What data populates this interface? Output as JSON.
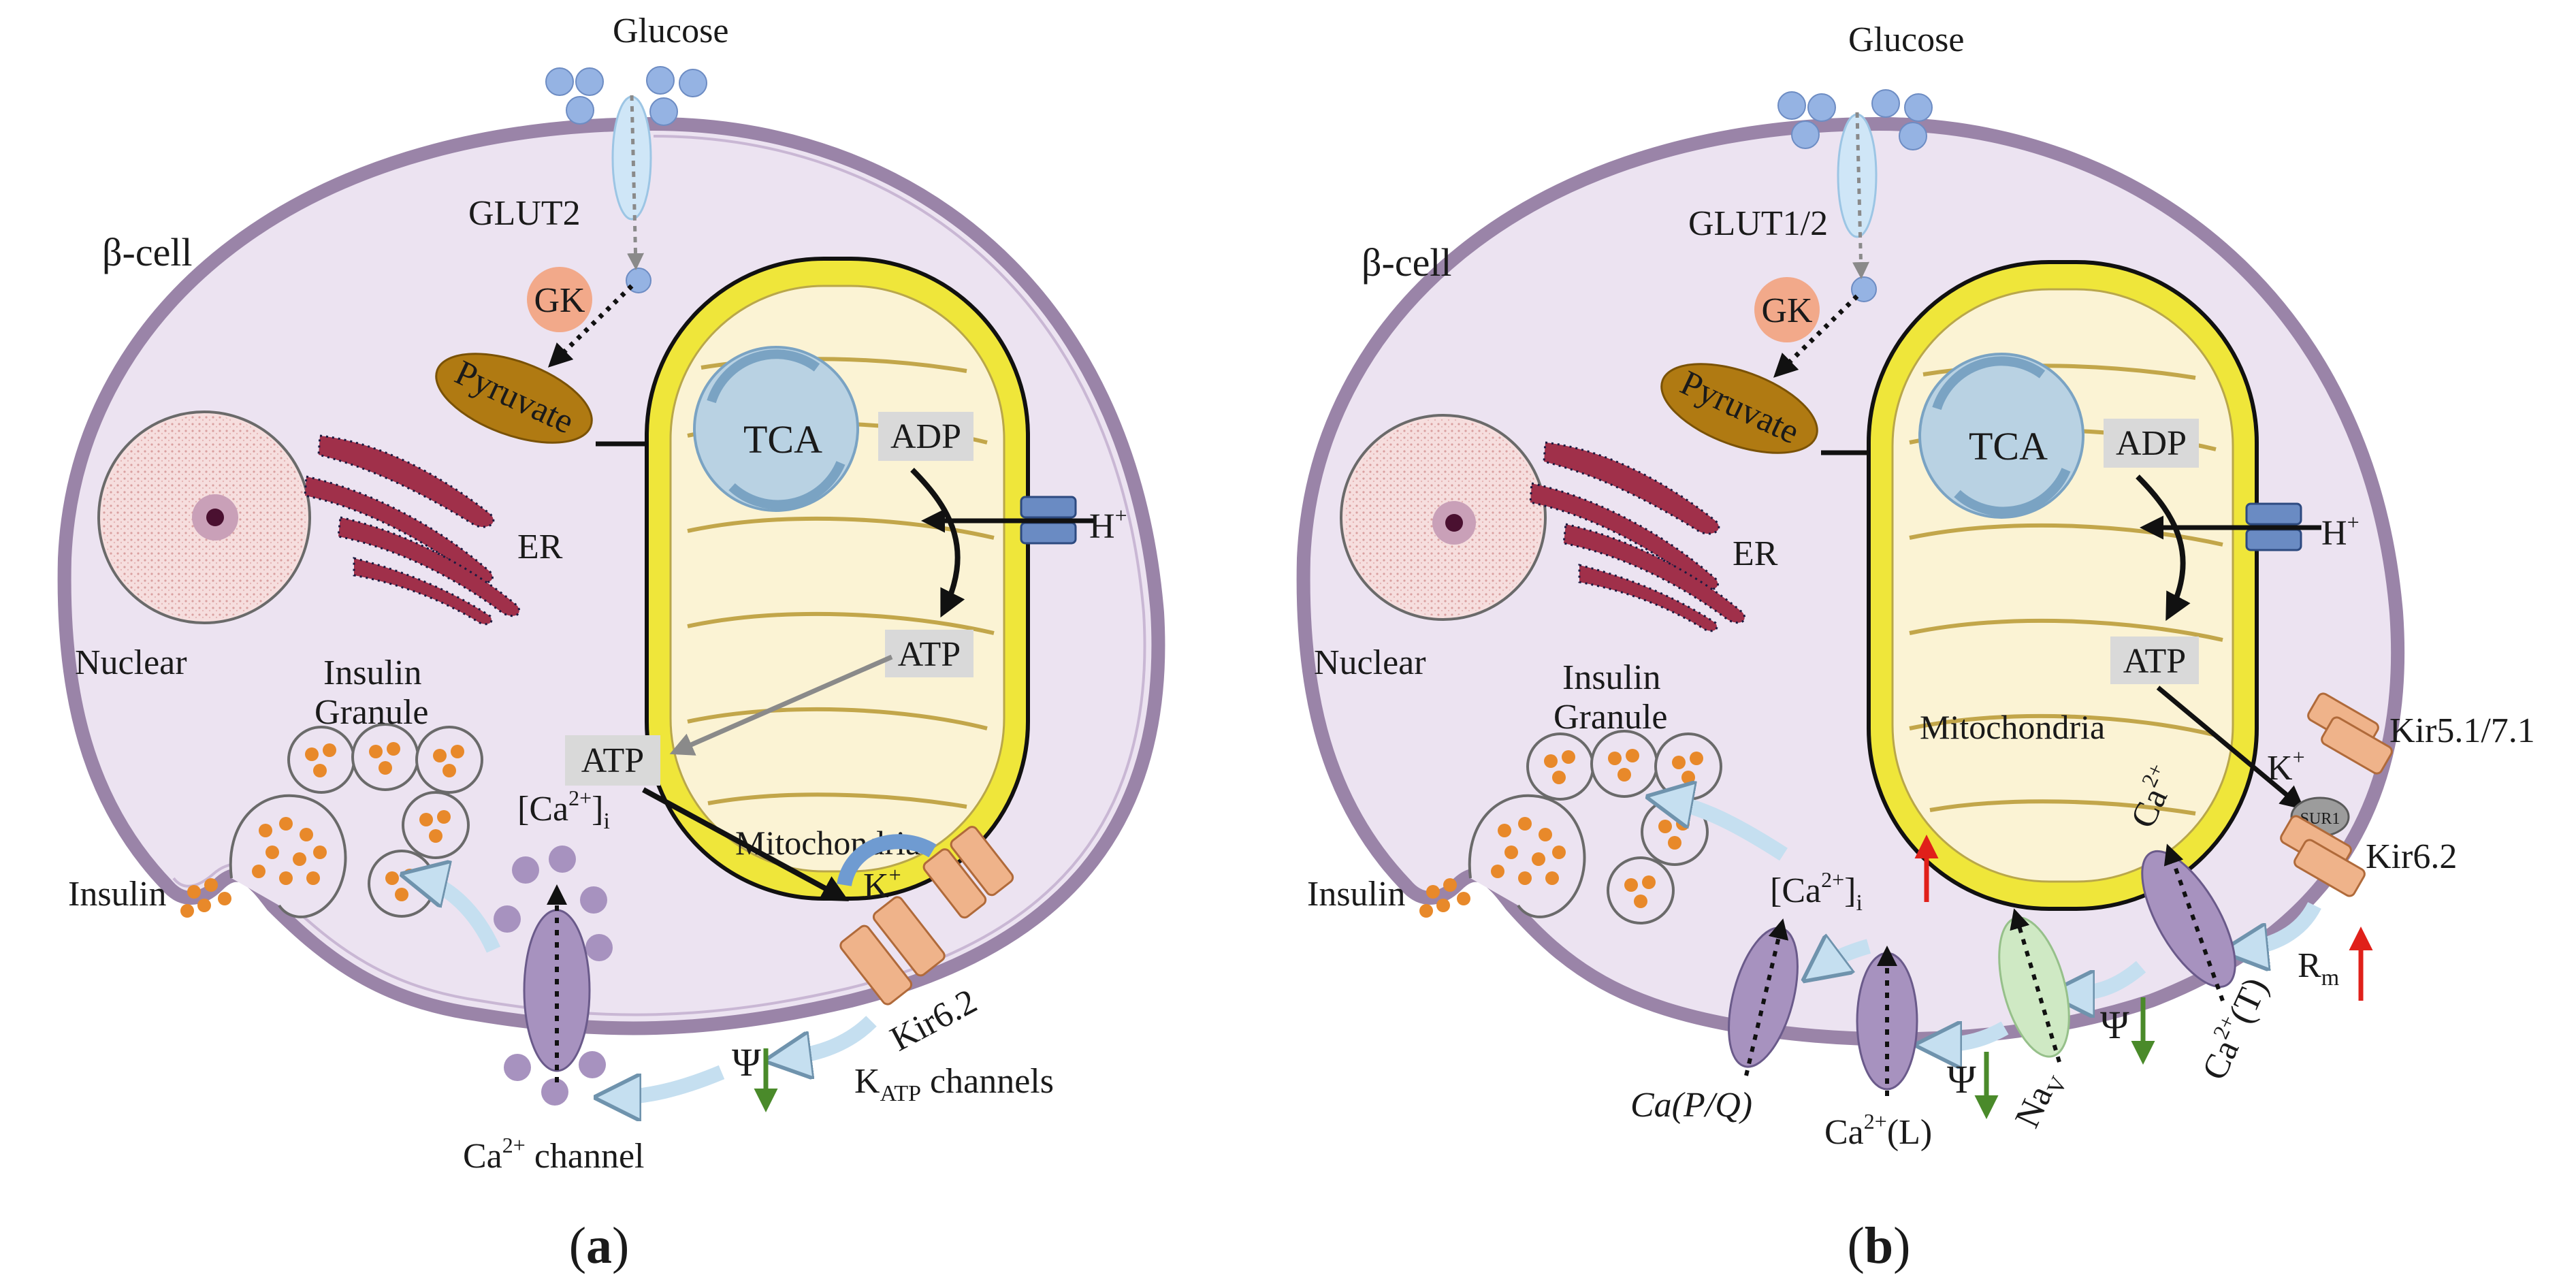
{
  "panels": [
    {
      "id": "a",
      "caption": "(a)",
      "caption_letter": "a",
      "labels": {
        "glucose": "Glucose",
        "transporter": "GLUT2",
        "cell": "β-cell",
        "gk": "GK",
        "pyruvate": "Pyruvate",
        "tca": "TCA",
        "adp": "ADP",
        "atp_mito": "ATP",
        "atp_cyto": "ATP",
        "proton": "H",
        "proton_sup": "+",
        "er": "ER",
        "nuclear": "Nuclear",
        "granule_line1": "Insulin",
        "granule_line2": "Granule",
        "insulin": "Insulin",
        "mitochondria": "Mitochondria",
        "ca_i_prefix": "[Ca",
        "ca_i_sup": "2+",
        "ca_i_suffix": "]",
        "ca_i_sub": "i",
        "k_ion": "K",
        "k_sup": "+",
        "kir": "Kir6.2",
        "katp_k": "K",
        "katp_sub": "ATP",
        "katp_suffix": " channels",
        "psi": "Ψ",
        "ca_channel_prefix": "Ca",
        "ca_channel_sup": "2+",
        "ca_channel_suffix": " channel"
      }
    },
    {
      "id": "b",
      "caption": "(b)",
      "caption_letter": "b",
      "labels": {
        "glucose": "Glucose",
        "transporter": "GLUT1/2",
        "cell": "β-cell",
        "gk": "GK",
        "pyruvate": "Pyruvate",
        "tca": "TCA",
        "adp": "ADP",
        "atp_mito": "ATP",
        "proton": "H",
        "proton_sup": "+",
        "er": "ER",
        "nuclear": "Nuclear",
        "granule_line1": "Insulin",
        "granule_line2": "Granule",
        "insulin": "Insulin",
        "mitochondria": "Mitochondria",
        "k_ion": "K",
        "k_sup": "+",
        "kir57": "Kir5.1/7.1",
        "sur1": "SUR1",
        "kir62": "Kir6.2",
        "ca_ion": "Ca",
        "ca_ion_sup": "2+",
        "rm": "R",
        "rm_sub": "m",
        "ca_t_prefix": "Ca",
        "ca_t_sup": "2+",
        "ca_t_suffix": "(T)",
        "psi1": "Ψ",
        "psi2": "Ψ",
        "nav": "Na",
        "nav_sub": "V",
        "ca_l_prefix": "Ca",
        "ca_l_sup": "2+",
        "ca_l_suffix": "(L)",
        "ca_pq": "Ca(P/Q)",
        "ca_i_prefix": "[Ca",
        "ca_i_sup": "2+",
        "ca_i_suffix": "]",
        "ca_i_sub": "i"
      }
    }
  ],
  "colors": {
    "cytoplasm": "#ece3f1",
    "membrane": "#9a84a8",
    "mito_outer": "#efe63a",
    "mito_inner": "#fbf3d4",
    "tca": "#b9d2e3",
    "glucose": "#95b3e3",
    "gk": "#f2a98a",
    "pyruvate": "#b07a12",
    "er": "#a0304a",
    "nucleus": "#f6dede",
    "granule": "#e8892a",
    "channel": "#efb38a",
    "ca_channel": "#a792bf",
    "nav": "#cfe9c4",
    "up_arrow": "#e0201a",
    "down_arrow": "#4a8a2a",
    "pale_arrow": "#c5dff0"
  }
}
